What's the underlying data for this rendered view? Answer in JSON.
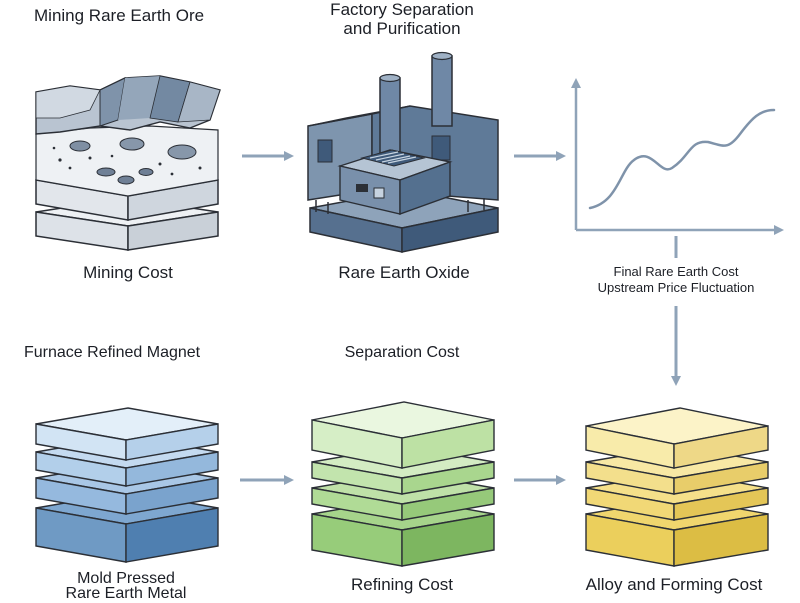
{
  "labels": {
    "mining_title": "Mining Rare Earth Ore",
    "factory_title_line1": "Factory Separation",
    "factory_title_line2": "and Purification",
    "mining_cost": "Mining Cost",
    "rare_earth_oxide": "Rare Earth Oxide",
    "final_cost": "Final Rare Earth Cost",
    "upstream_fluctuation": "Upstream Price Fluctuation",
    "furnace_title": "Furnace Refined Magnet",
    "separation_cost": "Separation Cost",
    "mold_line1": "Mold Pressed",
    "mold_line2": "Rare Earth Metal",
    "refining_cost": "Refining Cost",
    "alloy_cost": "Alloy and Forming Cost"
  },
  "colors": {
    "arrow": "#8fa3b8",
    "stone": "#e9edf1",
    "factory": "#5f7a98",
    "blue_stack": "#8fb6da",
    "green_stack": "#a9d98f",
    "yellow_stack": "#f2df86"
  },
  "icons": {
    "mining": "mining-landscape-icon",
    "factory": "factory-icon",
    "price_chart": "price-chart-icon"
  }
}
